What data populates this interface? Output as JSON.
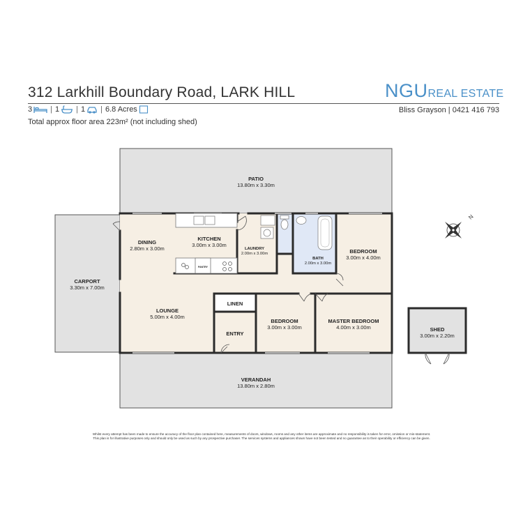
{
  "header": {
    "address": "312 Larkhill Boundary Road, LARK HILL",
    "logo_main": "NGU",
    "logo_sub": "REAL ESTATE",
    "agent": "Bliss Grayson | 0421 416 793"
  },
  "stats": {
    "bedrooms": "3",
    "bathrooms": "1",
    "car_spaces": "1",
    "land_size": "6.8 Acres",
    "floor_area": "Total approx floor area 223m² (not including shed)"
  },
  "rooms": {
    "patio": {
      "name": "PATIO",
      "dims": "13.80m  x 3.30m"
    },
    "carport": {
      "name": "CARPORT",
      "dims": "3.30m  x 7.00m"
    },
    "dining": {
      "name": "DINING",
      "dims": "2.80m  x 3.00m"
    },
    "kitchen": {
      "name": "KITCHEN",
      "dims": "3.00m  x 3.00m"
    },
    "laundry": {
      "name": "LAUNDRY",
      "dims": "2.00m  x 3.00m"
    },
    "bath": {
      "name": "BATH",
      "dims": "2.00m  x 3.00m"
    },
    "bedroom1": {
      "name": "BEDROOM",
      "dims": "3.00m  x 4.00m"
    },
    "lounge": {
      "name": "LOUNGE",
      "dims": "5.00m  x 4.00m"
    },
    "linen": {
      "name": "LINEN"
    },
    "entry": {
      "name": "ENTRY"
    },
    "bedroom2": {
      "name": "BEDROOM",
      "dims": "3.00m  x 3.00m"
    },
    "master": {
      "name": "MASTER BEDROOM",
      "dims": "4.00m  x 3.00m"
    },
    "verandah": {
      "name": "VERANDAH",
      "dims": "13.80m  x 2.80m"
    },
    "shed": {
      "name": "SHED",
      "dims": "3.00m  x 2.20m"
    },
    "pantry": {
      "name": "PANTRY"
    }
  },
  "compass": {
    "north_label": "N"
  },
  "disclaimer": {
    "line1": "Whilst every attempt has been made to ensure the accuracy of the floor plan contained here, measurements of doors, windows, rooms and any other items are approximate and no responsibility is taken for error, omission or mis-statement.",
    "line2": "This plan is for illustrative purposes only and should only be used as such by any prospective purchaser. The services systems and appliances shown have not been tested and no guarantee as to their operability or efficiency can be given."
  },
  "colors": {
    "logo_blue": "#4a90c8",
    "outdoor_grey": "#e2e2e2",
    "floor_beige": "#f6efe4",
    "wet_blue": "#e0e8f6",
    "wall": "#2b2b2b"
  }
}
